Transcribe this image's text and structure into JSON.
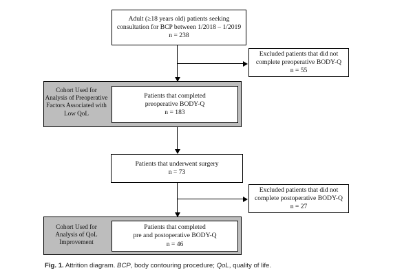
{
  "boxes": {
    "initial": {
      "line1": "Adult (≥18 years old) patients seeking",
      "line2": "consultation for BCP between 1/2018 – 1/2019",
      "count": "n = 238"
    },
    "excluded_pre": {
      "line1": "Excluded patients that did not",
      "line2": "complete preoperative BODY-Q",
      "count": "n = 55"
    },
    "completed_pre": {
      "line1": "Patients that completed",
      "line2": "preoperative BODY-Q",
      "count": "n = 183"
    },
    "surgery": {
      "line1": "Patients that underwent surgery",
      "count": "n = 73"
    },
    "excluded_post": {
      "line1": "Excluded patients that did not",
      "line2": "complete postoperative BODY-Q",
      "count": "n = 27"
    },
    "completed_both": {
      "line1": "Patients that completed",
      "line2": "pre and postoperative BODY-Q",
      "count": "n = 46"
    }
  },
  "cohorts": {
    "preoperative": {
      "line1": "Cohort Used for",
      "line2": "Analysis of Preoperative",
      "line3": "Factors Associated with",
      "line4": "Low QoL"
    },
    "qol": {
      "line1": "Cohort Used for",
      "line2": "Analysis of QoL",
      "line3": "Improvement"
    }
  },
  "caption": {
    "label": "Fig. 1.",
    "t1": " Attrition diagram. ",
    "abbr1": "BCP",
    "t2": ", body contouring procedure; ",
    "abbr2": "QoL",
    "t3": ", quality of life."
  }
}
